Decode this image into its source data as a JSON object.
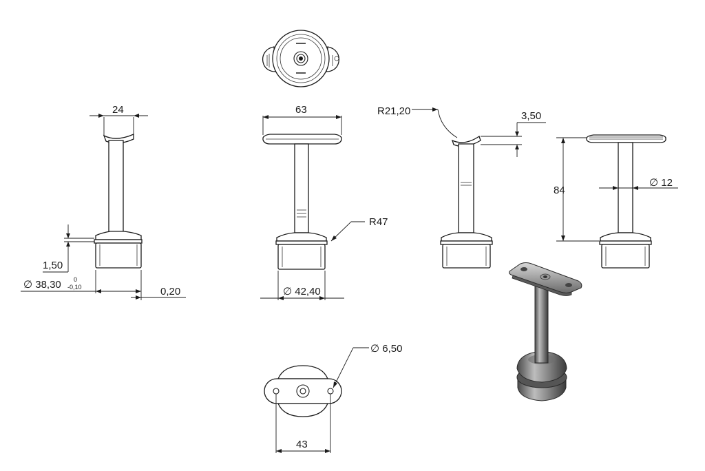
{
  "dimensions": {
    "top_width": "24",
    "flange_height": "1,50",
    "tube_diameter": "∅ 38,30",
    "tol_upper": "0",
    "tol_lower": "-0,10",
    "gap": "0,20",
    "plate_length": "63",
    "base_radius": "R47",
    "base_diameter": "∅ 42,40",
    "saddle_radius": "R21,20",
    "saddle_depth": "3,50",
    "height": "84",
    "post_diameter": "∅ 12",
    "hole_diameter": "∅ 6,50",
    "hole_spacing": "43"
  },
  "colors": {
    "line": "#1a1a1a",
    "render_dark": "#3c3c3c",
    "render_mid": "#8a8a8a",
    "render_light": "#cfcfcf"
  },
  "render_label": {
    "top_text": "",
    "bottom_text": ""
  }
}
